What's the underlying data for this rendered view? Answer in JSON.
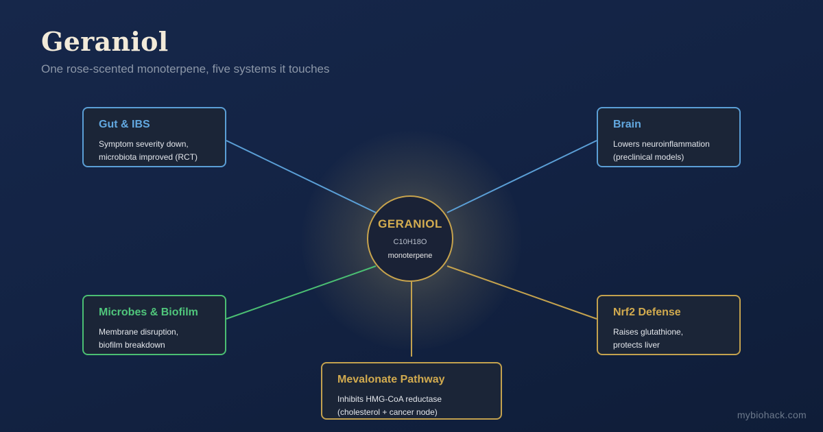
{
  "header": {
    "title": "Geraniol",
    "subtitle": "One rose-scented monoterpene, five systems it touches"
  },
  "hub": {
    "name": "GERANIOL",
    "formula": "C10H18O",
    "type": "monoterpene"
  },
  "nodes": [
    {
      "title": "Gut & IBS",
      "line1": "Symptom severity down,",
      "line2": "microbiota improved (RCT)",
      "color": "#5b9fd6"
    },
    {
      "title": "Brain",
      "line1": "Lowers neuroinflammation",
      "line2": "(preclinical models)",
      "color": "#5b9fd6"
    },
    {
      "title": "Microbes & Biofilm",
      "line1": "Membrane disruption,",
      "line2": "biofilm breakdown",
      "color": "#4bbf73"
    },
    {
      "title": "Nrf2 Defense",
      "line1": "Raises glutathione,",
      "line2": "protects liver",
      "color": "#c4a24e"
    },
    {
      "title": "Mevalonate Pathway",
      "line1": "Inhibits HMG-CoA reductase",
      "line2": "(cholesterol + cancer node)",
      "color": "#c4a24e"
    }
  ],
  "footer": {
    "site": "mybiohack.com"
  }
}
